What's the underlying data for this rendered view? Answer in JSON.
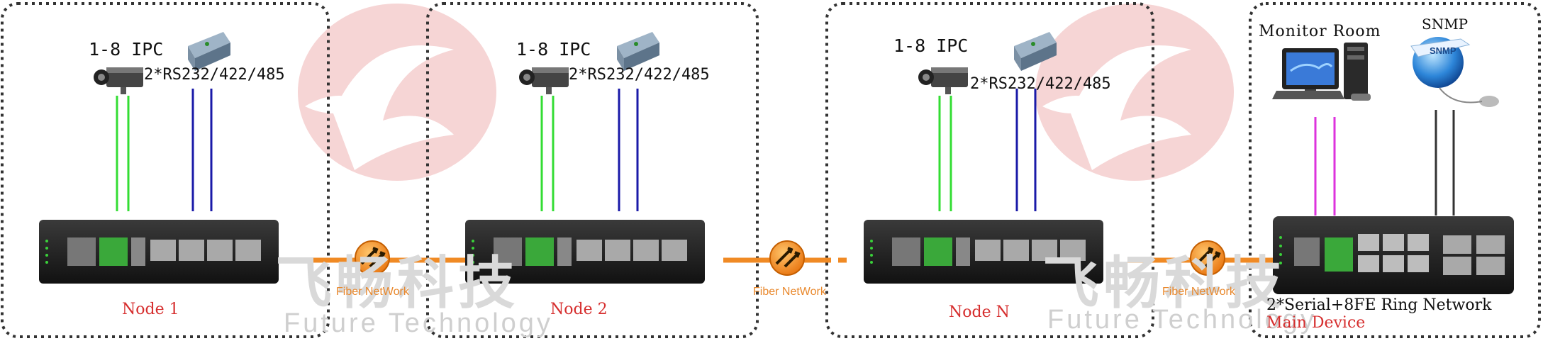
{
  "diagram": {
    "nodes": [
      {
        "ipc_label": "1-8 IPC",
        "serial_label": "2*RS232/422/485",
        "node_label": "Node 1"
      },
      {
        "ipc_label": "1-8 IPC",
        "serial_label": "2*RS232/422/485",
        "node_label": "Node 2"
      },
      {
        "ipc_label": "1-8 IPC",
        "serial_label": "2*RS232/422/485",
        "node_label": "Node N"
      }
    ],
    "fiber_labels": [
      "Fiber NetWork",
      "Fiber NetWork",
      "Fiber NetWork"
    ],
    "main_device": {
      "title": "2*Serial+8FE Ring Network",
      "subtitle": "Main Device",
      "monitor_label": "Monitor Room",
      "snmp_label": "SNMP",
      "globe_text": "SNMP"
    },
    "watermark": {
      "chinese": "飞畅科技",
      "english": "Future Technology"
    },
    "colors": {
      "video_line": "#33dd33",
      "serial_line": "#1a1aa8",
      "monitor_line": "#dd33dd",
      "snmp_line": "#333333",
      "fiber": "#f08a24",
      "box_border": "#333333",
      "node_label": "#d62e2e",
      "watermark_logo": "#f3c8c8"
    }
  }
}
